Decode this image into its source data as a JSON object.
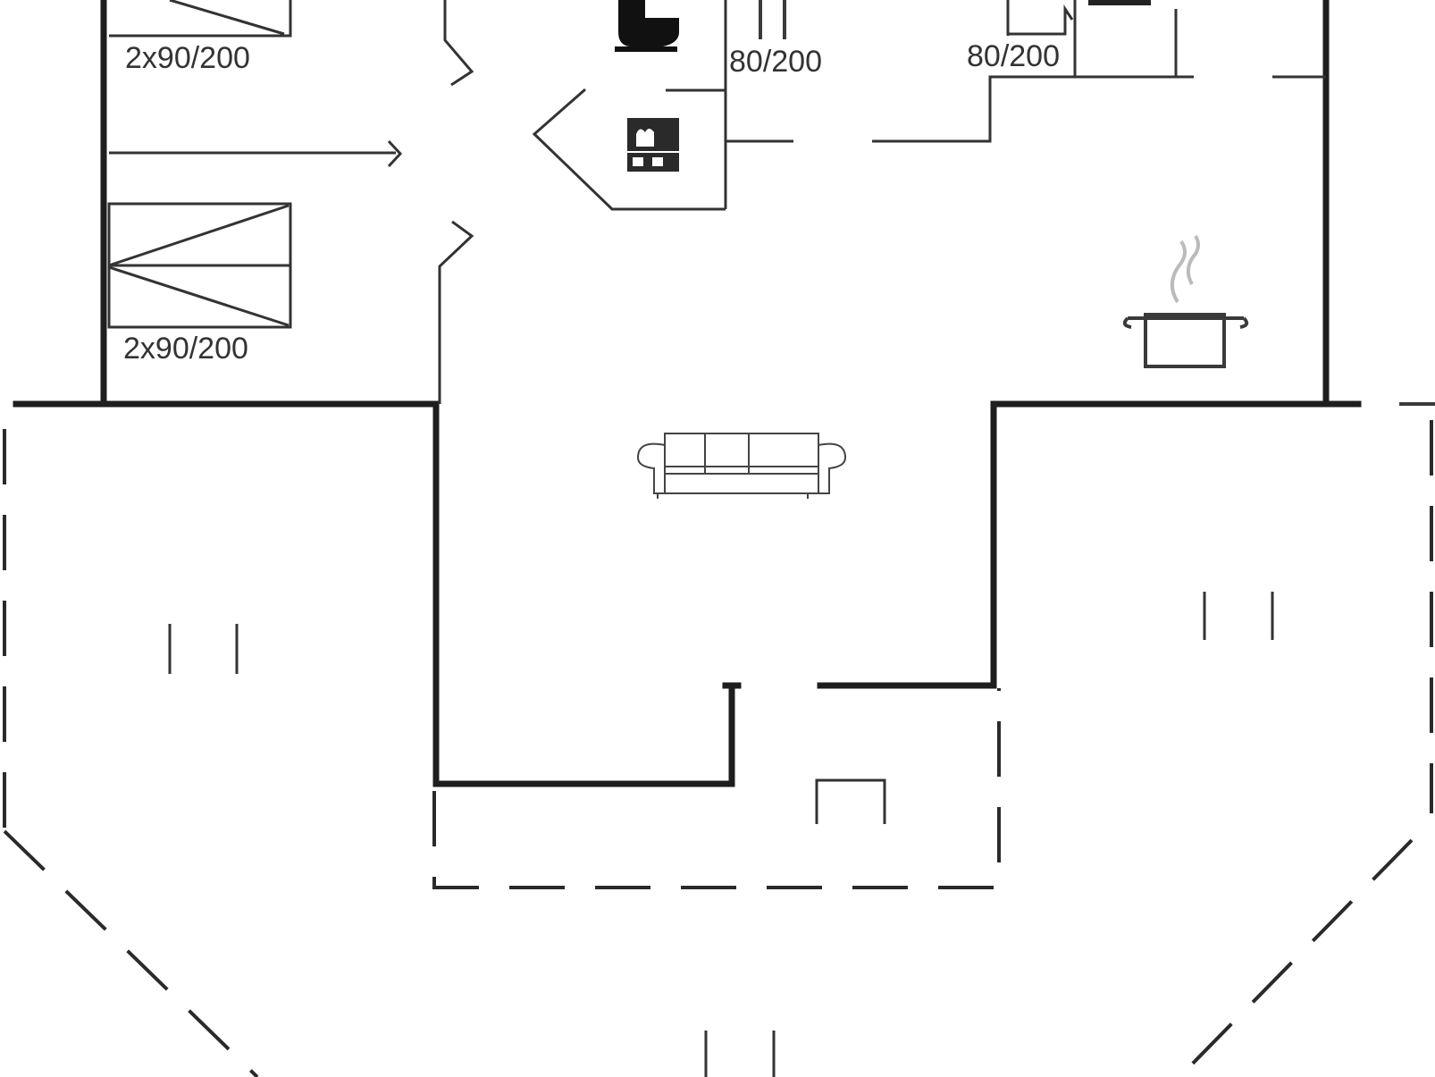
{
  "labels": {
    "bed_top_left": "2x90/200",
    "bed_bottom_left": "2x90/200",
    "bed_middle": "80/200",
    "bed_right": "80/200"
  },
  "icons": {
    "toilet": "toilet-icon",
    "stove": "wood-stove-icon",
    "kitchen": "cooking-pot-icon",
    "sofa": "sofa-icon",
    "table": "table-icon"
  }
}
